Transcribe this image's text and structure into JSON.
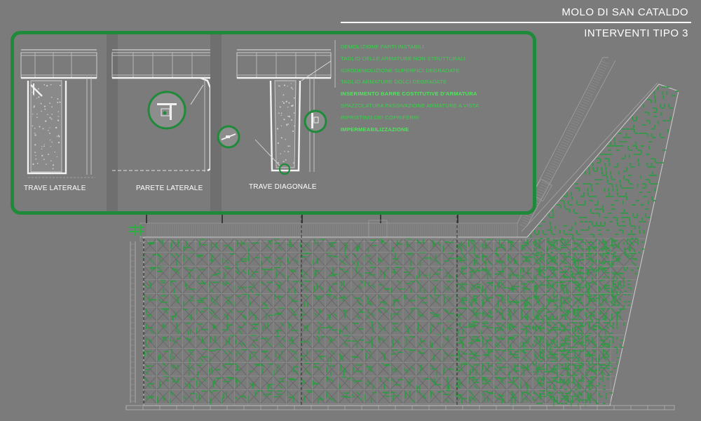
{
  "title": {
    "line1": "MOLO DI SAN CATALDO",
    "line2": "INTERVENTI TIPO 3"
  },
  "details": {
    "captions": [
      "TRAVE LATERALE",
      "PARETE LATERALE",
      "TRAVE DIAGONALE"
    ],
    "legend": [
      "DEMOLIZIONE PARTI INSTABILI",
      "TAGLIO DELLE ARMATURE NON STRUTTURALI",
      "IDRODEMOLIZIONE SUPERFICI DEGRADATE",
      "TAGLIO ARMATURE DOLCI DEGRADATE",
      "INSERIMENTO BARRE COSTITUTIVE D'ARMATURA",
      "SPAZZOLATURA PASSIVAZIONE ARMATURE A VISTA",
      "RIPRISTINO DEI COPRIFERRI",
      "IMPERMEABILIZZAZIONE"
    ]
  },
  "colors": {
    "background": "#7b7b7b",
    "accent_green": "#1f8a3a",
    "legend_green": "#37d34a",
    "linework": "#c8c8c8",
    "text": "#ffffff"
  }
}
